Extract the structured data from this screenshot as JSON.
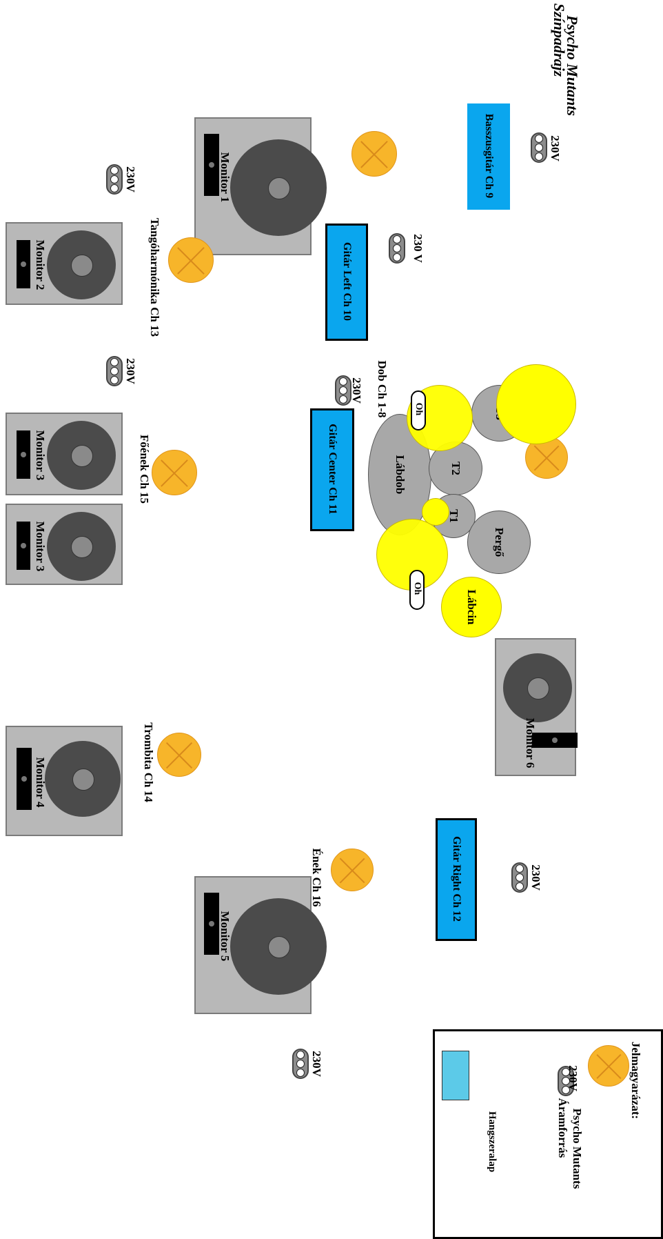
{
  "title": {
    "band": "Psycho Mutants",
    "subtitle": "Színpadrajz"
  },
  "monitors": {
    "m1": "Monitor 1",
    "m2": "Monitor 2",
    "m3a": "Monitor 3",
    "m3b": "Monitor 3",
    "m4": "Monitor 4",
    "m5": "Monitor 5",
    "m6": "Monitor 6"
  },
  "instruments": {
    "bass": "Basszusgitár Ch 9",
    "guitar_left": "Gitár Left Ch 10",
    "guitar_center": "Gitár Center Ch 11",
    "guitar_right": "Gitár Right Ch 12"
  },
  "mics": {
    "harmonika": "Tangóharmónika Ch 13",
    "foenek": "Főének Ch 15",
    "trombita": "Trombita Ch 14",
    "enek": "Ének Ch 16",
    "dob": "Dob Ch 1-8"
  },
  "power_label": "230V",
  "power_label_alt": "230 V",
  "power_label_drum": "230V",
  "drums": {
    "t3": "T3",
    "t2": "T2",
    "t1": "T1",
    "labdob": "Lábdob",
    "pergo": "Pergő",
    "labcin": "Lábcin",
    "oh1": "Oh",
    "oh2": "Oh"
  },
  "legend": {
    "title": "Jelmagyarázat:",
    "mic": "Psycho Mutants",
    "power_label": "230V",
    "power": "Áramforrás",
    "amp": "Hangszeralap"
  },
  "colors": {
    "amp": "#0aa6ee",
    "mic": "#f7b52a",
    "cymbal": "#ffff00",
    "drum": "#a8a8a8",
    "monitor": "#b8b8b8"
  }
}
